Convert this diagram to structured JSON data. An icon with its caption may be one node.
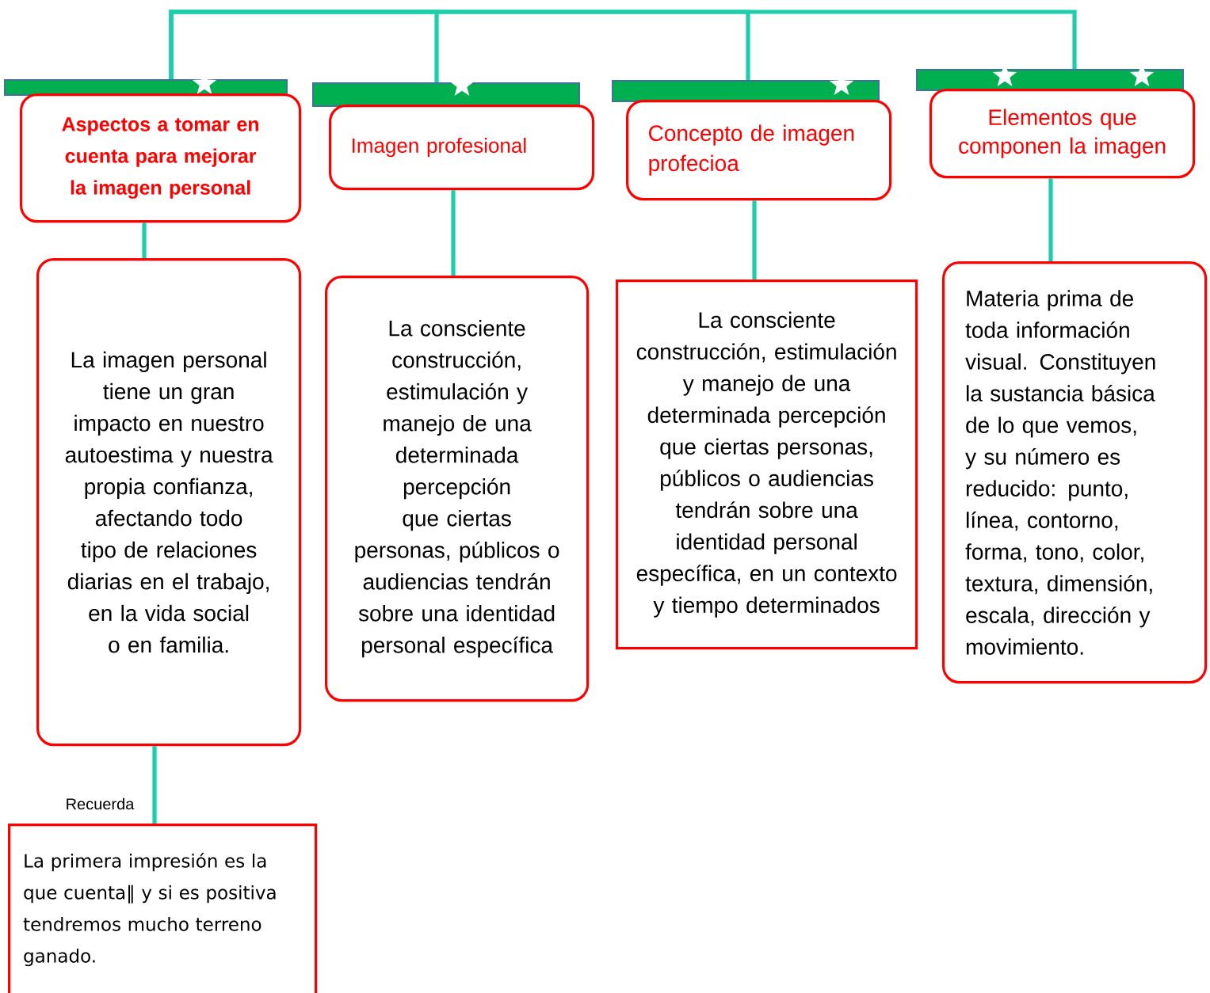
{
  "diagram": {
    "nodes": [
      {
        "text": [],
        "shape": "bar"
      },
      {
        "text": [
          "Aspectos a tomar en cuenta para mejorar la imagen personal"
        ]
      },
      {
        "text": [],
        "shape": "bar"
      },
      {
        "text": [
          "Imagen profesional"
        ]
      },
      {
        "text": [],
        "shape": "bar"
      },
      {
        "text": [
          "Concepto de imagen profecioa"
        ]
      },
      {
        "text": [],
        "shape": "bar"
      },
      {
        "text": [
          "Elementos que componen la imagen"
        ]
      },
      {
        "text": [
          "La imagen personal tiene un gran impacto en nuestro autoestima y nuestra propia confianza, afectando todo tipo de relaciones diarias en el trabajo, en la vida social o en familia."
        ]
      },
      {
        "text": [
          "La consciente construcción, estimulación y manejo de una determinada percepción que ciertas personas, públicos o audiencias tendrán sobre una identidad personal específica"
        ]
      },
      {
        "text": [
          "La consciente construcción, estimulación y manejo de una determinada percepción que ciertas personas, públicos o audiencias tendrán sobre una identidad personal específica, en un contexto y tiempo determinados"
        ]
      },
      {
        "text": [
          "Materia prima de toda información visual. Constituyen la sustancia básica de lo que vemos, y su número es reducido: punto, línea, contorno, forma, tono, color, textura, dimensión, escala, dirección y movimiento."
        ]
      },
      {
        "text": [
          "La primera impresión es la que cuenta‖ y si es positiva tendremos mucho terreno ganado."
        ]
      }
    ],
    "edges": [
      {
        "from": 0,
        "to": 2,
        "arrow": "none"
      },
      {
        "from": 0,
        "to": 4,
        "arrow": "none"
      },
      {
        "from": 0,
        "to": 6,
        "arrow": "none"
      },
      {
        "from": 1,
        "to": 8,
        "arrow": "none"
      },
      {
        "from": 3,
        "to": 9,
        "arrow": "none"
      },
      {
        "from": 5,
        "to": 10,
        "arrow": "none"
      },
      {
        "from": 7,
        "to": 11,
        "arrow": "none"
      },
      {
        "from": 8,
        "to": 12,
        "arrow": "none",
        "label": "Recuerda"
      }
    ]
  }
}
